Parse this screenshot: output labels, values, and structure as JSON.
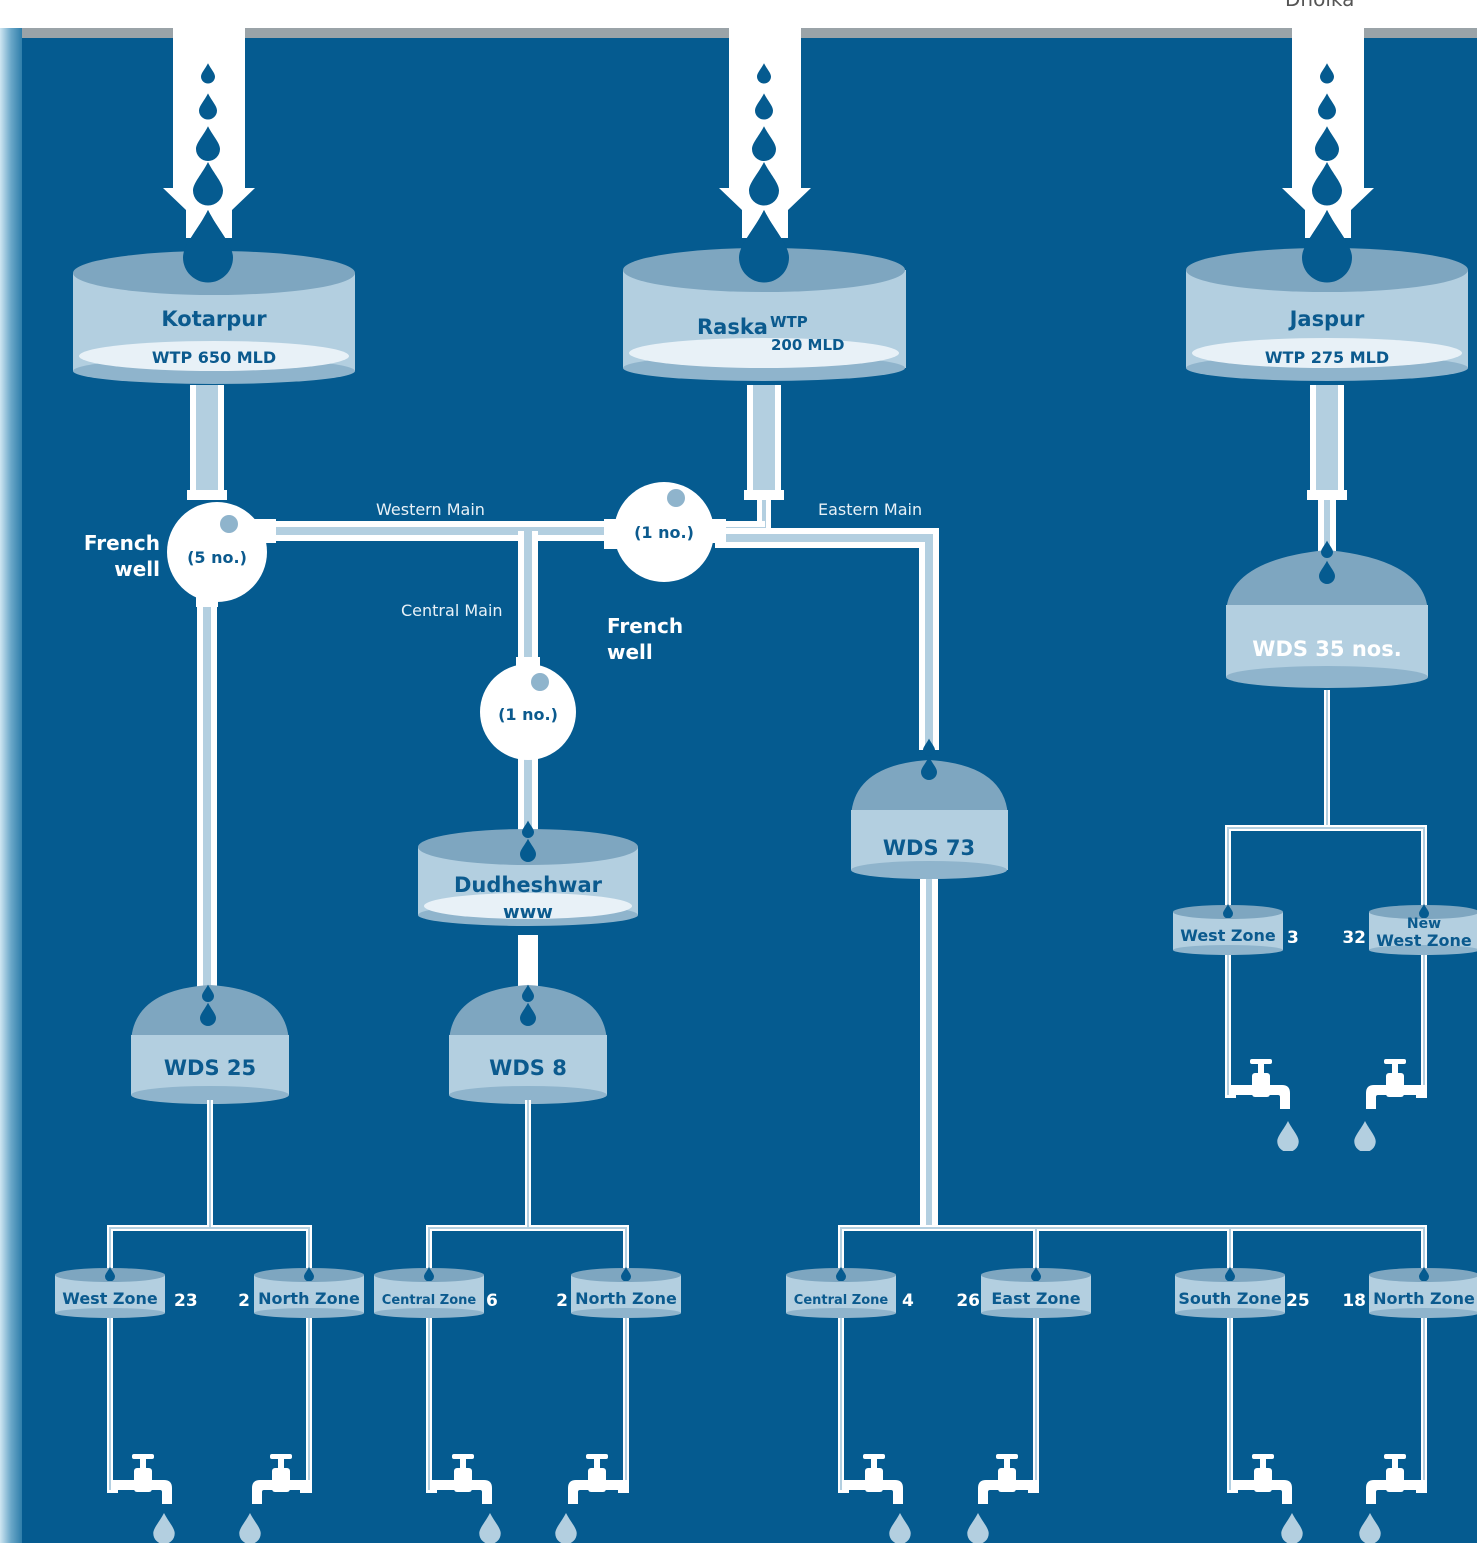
{
  "header": {
    "top_right_text": "Dholka"
  },
  "sources": {
    "kotarpur": {
      "name": "Kotarpur",
      "sub": "WTP 650 MLD"
    },
    "raska": {
      "name": "Raska",
      "sub1": "WTP",
      "sub2": "200 MLD"
    },
    "jaspur": {
      "name": "Jaspur",
      "sub": "WTP 275 MLD"
    }
  },
  "mains": {
    "western": "Western Main",
    "eastern": "Eastern Main",
    "central": "Central Main"
  },
  "french_wells": {
    "left_label_1": "French",
    "left_label_2": "well",
    "left_count": "(5 no.)",
    "mid_count": "(1 no.)",
    "mid_label_1": "French",
    "mid_label_2": "well",
    "central_count": "(1 no.)"
  },
  "reservoirs": {
    "dudheshwar_name": "Dudheshwar",
    "dudheshwar_sub": "www",
    "wds25": "WDS 25",
    "wds8": "WDS 8",
    "wds73": "WDS 73",
    "wds35": "WDS 35 nos."
  },
  "zones": [
    {
      "label": "West Zone",
      "count": "23"
    },
    {
      "label": "North Zone",
      "count": "2"
    },
    {
      "label": "Central Zone",
      "count": "6"
    },
    {
      "label": "North Zone",
      "count": "2"
    },
    {
      "label": "Central Zone",
      "count": "4"
    },
    {
      "label": "East Zone",
      "count": "26"
    },
    {
      "label": "South Zone",
      "count": "25"
    },
    {
      "label": "North Zone",
      "count": "18"
    },
    {
      "label": "West Zone",
      "count": "3"
    },
    {
      "label": "New",
      "label2": "West Zone",
      "count": "32"
    }
  ],
  "colors": {
    "background": "#055b90",
    "tank_light": "#b3cfe0",
    "tank_mid": "#8fb4cc",
    "tank_top": "#7ea6c0",
    "label_blue": "#0b5a8e",
    "white": "#ffffff"
  }
}
